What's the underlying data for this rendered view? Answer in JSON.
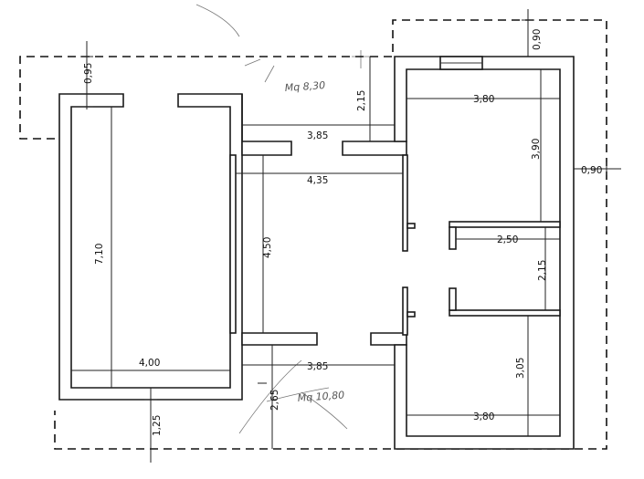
{
  "dimensions": {
    "left_room_width": "4,00",
    "left_room_height": "7,10",
    "left_top_setback": "0,95",
    "bottom_setback": "1,25",
    "corridor_width": "4,35",
    "corridor_height": "4,50",
    "top_opening": "3,85",
    "bottom_opening": "3,85",
    "top_step": "2,15",
    "bottom_step": "2,65",
    "right_top_setback": "0,90",
    "right_side_setback": "0,90",
    "top_right_room_width": "3,80",
    "top_right_room_height": "3,90",
    "middle_room_width": "2,50",
    "middle_room_height": "2,15",
    "bottom_right_room_width": "3,80",
    "bottom_right_room_height": "3,05"
  },
  "handwritten_notes": {
    "top": "Mq 8,30",
    "bottom": "Mq 10,80"
  }
}
